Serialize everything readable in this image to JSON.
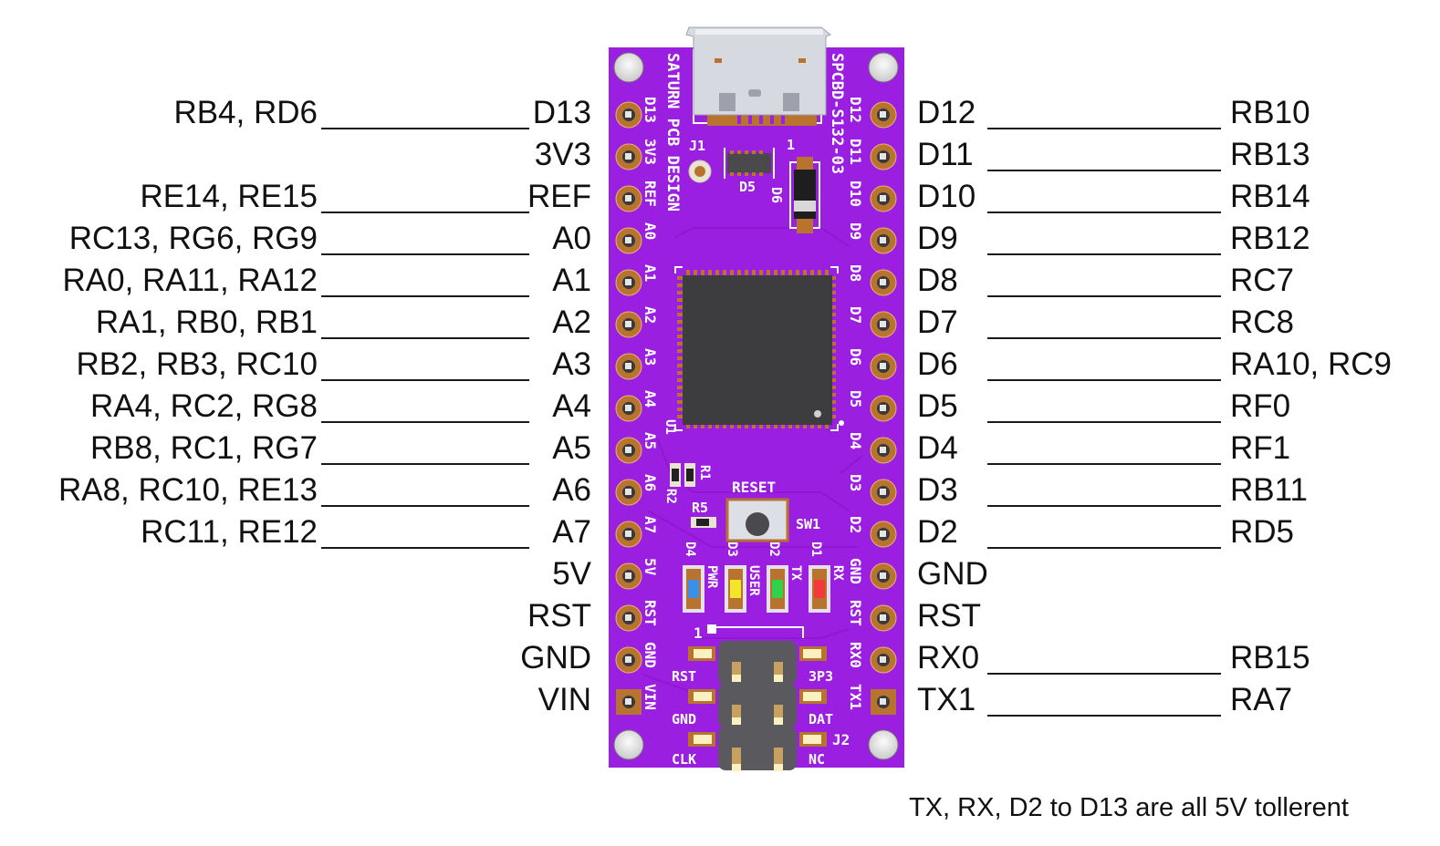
{
  "board": {
    "name": "SATURN PCB DESIGN",
    "part_number": "SPCBD-S132-03",
    "silk": {
      "left_pins": [
        "D13",
        "3V3",
        "REF",
        "A0",
        "A1",
        "A2",
        "A3",
        "A4",
        "A5",
        "A6",
        "A7",
        "5V",
        "RST",
        "GND",
        "VIN"
      ],
      "right_pins": [
        "D12",
        "D11",
        "D10",
        "D9",
        "D8",
        "D7",
        "D6",
        "D5",
        "D4",
        "D3",
        "D2",
        "GND",
        "RST",
        "RX0",
        "TX1"
      ],
      "j1": "J1",
      "pin1": "1",
      "d5": "D5",
      "d6": "D6",
      "u1": "U1",
      "r1": "R1",
      "r2": "R2",
      "r5": "R5",
      "reset": "RESET",
      "sw1": "SW1",
      "leds": [
        {
          "ref": "D4",
          "label": "PWR",
          "color": "#3a8fe8"
        },
        {
          "ref": "D3",
          "label": "USER",
          "color": "#f2e62a"
        },
        {
          "ref": "D2",
          "label": "TX",
          "color": "#2fd34a"
        },
        {
          "ref": "D1",
          "label": "RX",
          "color": "#f23a3a"
        }
      ],
      "j2": "J2",
      "j2_pin1": "1",
      "j2_left": [
        "RST",
        "GND",
        "CLK"
      ],
      "j2_right": [
        "3P3",
        "DAT",
        "NC"
      ]
    },
    "colors": {
      "pcb": "#9b1fe0",
      "pad": "#b8732e",
      "silk": "#ffffff",
      "chip": "#3d3d40",
      "connector": "#d7d9e0"
    }
  },
  "left_pins": [
    {
      "pin": "D13",
      "ports": "RB4, RD6"
    },
    {
      "pin": "3V3",
      "ports": ""
    },
    {
      "pin": "REF",
      "ports": "RE14, RE15"
    },
    {
      "pin": "A0",
      "ports": "RC13, RG6, RG9"
    },
    {
      "pin": "A1",
      "ports": "RA0, RA11, RA12"
    },
    {
      "pin": "A2",
      "ports": "RA1, RB0, RB1"
    },
    {
      "pin": "A3",
      "ports": "RB2, RB3, RC10"
    },
    {
      "pin": "A4",
      "ports": "RA4, RC2, RG8"
    },
    {
      "pin": "A5",
      "ports": "RB8, RC1, RG7"
    },
    {
      "pin": "A6",
      "ports": "RA8, RC10, RE13"
    },
    {
      "pin": "A7",
      "ports": "RC11, RE12"
    },
    {
      "pin": "5V",
      "ports": ""
    },
    {
      "pin": "RST",
      "ports": ""
    },
    {
      "pin": "GND",
      "ports": ""
    },
    {
      "pin": "VIN",
      "ports": ""
    }
  ],
  "right_pins": [
    {
      "pin": "D12",
      "ports": "RB10"
    },
    {
      "pin": "D11",
      "ports": "RB13"
    },
    {
      "pin": "D10",
      "ports": "RB14"
    },
    {
      "pin": "D9",
      "ports": "RB12"
    },
    {
      "pin": "D8",
      "ports": "RC7"
    },
    {
      "pin": "D7",
      "ports": "RC8"
    },
    {
      "pin": "D6",
      "ports": "RA10, RC9"
    },
    {
      "pin": "D5",
      "ports": "RF0"
    },
    {
      "pin": "D4",
      "ports": "RF1"
    },
    {
      "pin": "D3",
      "ports": "RB11"
    },
    {
      "pin": "D2",
      "ports": "RD5"
    },
    {
      "pin": "GND",
      "ports": ""
    },
    {
      "pin": "RST",
      "ports": ""
    },
    {
      "pin": "RX0",
      "ports": "RB15"
    },
    {
      "pin": "TX1",
      "ports": "RA7"
    }
  ],
  "footnote": "TX, RX, D2 to D13 are all 5V tollerent"
}
